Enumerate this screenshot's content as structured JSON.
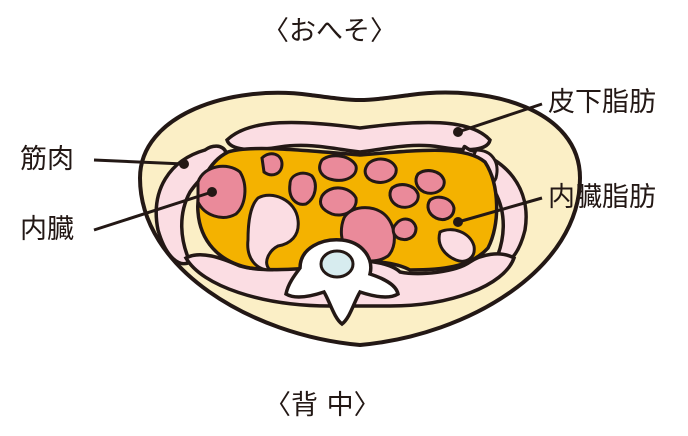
{
  "labels": {
    "navel": "〈おへそ〉",
    "back": "〈背 中〉",
    "subcutaneous_fat": "皮下脂肪",
    "muscle": "筋肉",
    "organs": "内臓",
    "visceral_fat": "内臓脂肪"
  },
  "colors": {
    "subcutaneous_fat": "#fbefc6",
    "muscle": "#fbdde3",
    "visceral_fat": "#f4b200",
    "organs": "#ea8a9a",
    "spine": "#ffffff",
    "spinal_canal": "#d7ecef",
    "outline": "#231815"
  }
}
